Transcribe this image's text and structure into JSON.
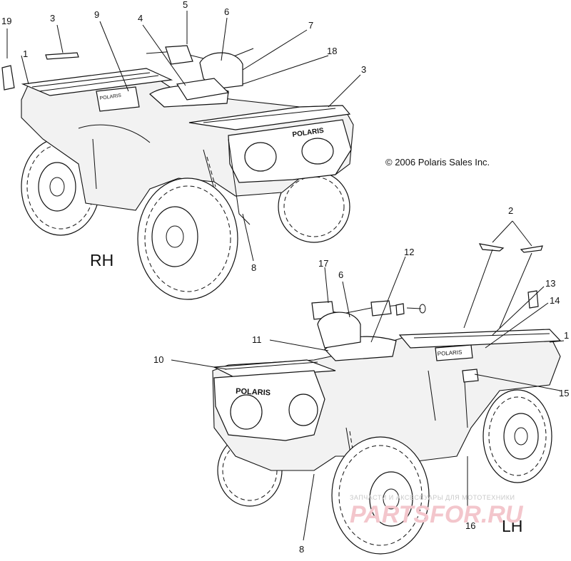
{
  "copyright": "© 2006 Polaris Sales Inc.",
  "views": {
    "right": {
      "label": "RH"
    },
    "left": {
      "label": "LH"
    }
  },
  "decal_text": "POLARIS",
  "callouts": {
    "c19": "19",
    "c3a": "3",
    "c9": "9",
    "c4": "4",
    "c5": "5",
    "c6a": "6",
    "c7": "7",
    "c18": "18",
    "c3b": "3",
    "c1a": "1",
    "c8a": "8",
    "c2": "2",
    "c17": "17",
    "c6b": "6",
    "c12": "12",
    "c13": "13",
    "c14": "14",
    "c11": "11",
    "c10": "10",
    "c1b": "1",
    "c15": "15",
    "c16": "16",
    "c8b": "8"
  },
  "watermark": {
    "tagline": "ЗАПЧАСТИ И АКСЕССУАРЫ ДЛЯ МОТОТЕХНИКИ",
    "site": "PARTSFOR.RU"
  }
}
